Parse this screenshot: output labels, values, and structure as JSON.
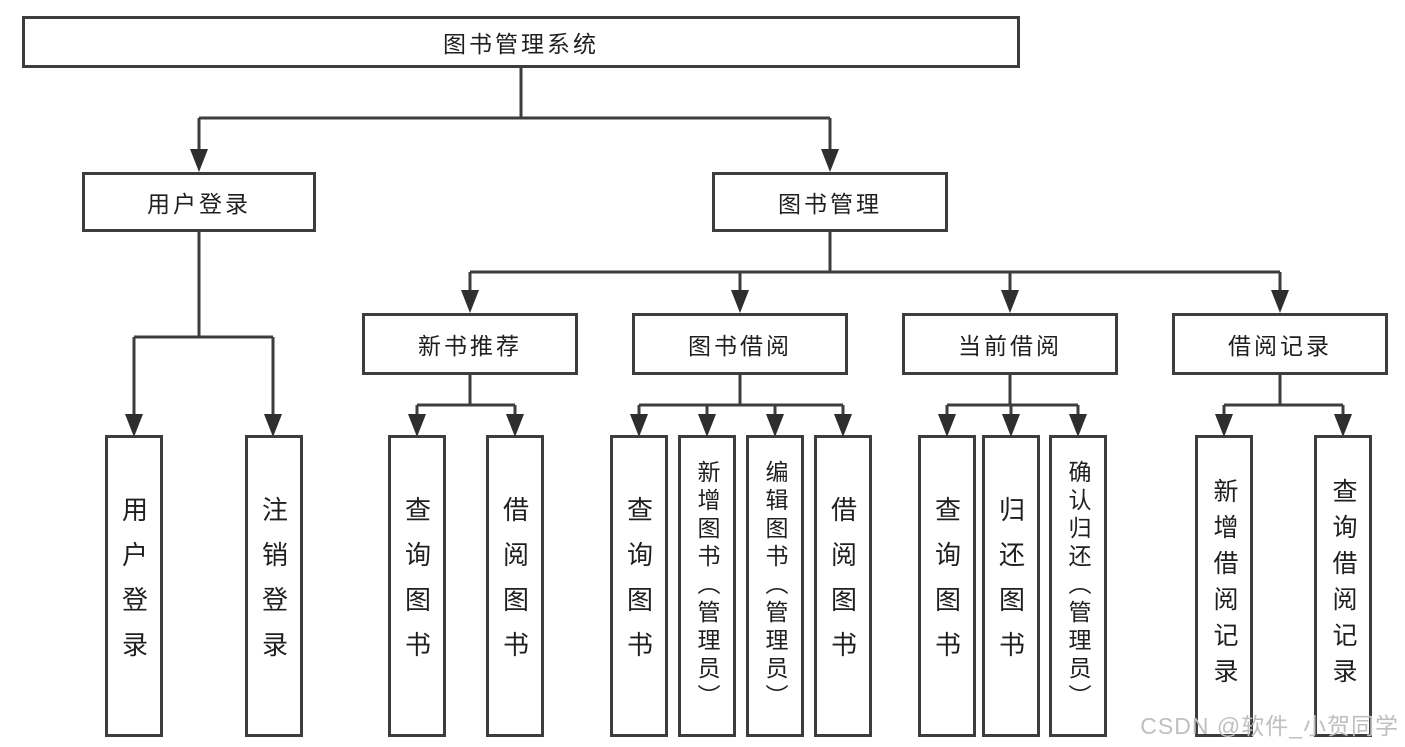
{
  "diagram_title": "图书管理系统",
  "tree": {
    "root": "图书管理系统",
    "user_login": {
      "label": "用户登录",
      "children": [
        "用户登录",
        "注销登录"
      ]
    },
    "book_management": {
      "label": "图书管理",
      "children": [
        {
          "label": "新书推荐",
          "children": [
            "查询图书",
            "借阅图书"
          ]
        },
        {
          "label": "图书借阅",
          "children": [
            "查询图书",
            "新增图书（管理员）",
            "编辑图书（管理员）",
            "借阅图书"
          ]
        },
        {
          "label": "当前借阅",
          "children": [
            "查询图书",
            "归还图书",
            "确认归还（管理员）"
          ]
        },
        {
          "label": "借阅记录",
          "children": [
            "新增借阅记录",
            "查询借阅记录"
          ]
        }
      ]
    }
  },
  "watermark": "CSDN @软件_小贺同学",
  "colors": {
    "line": "#3d3d3d",
    "arrow": "#2e2e2e",
    "text": "#1f1f1f",
    "background": "#ffffff",
    "watermark": "#bfbfbf"
  }
}
